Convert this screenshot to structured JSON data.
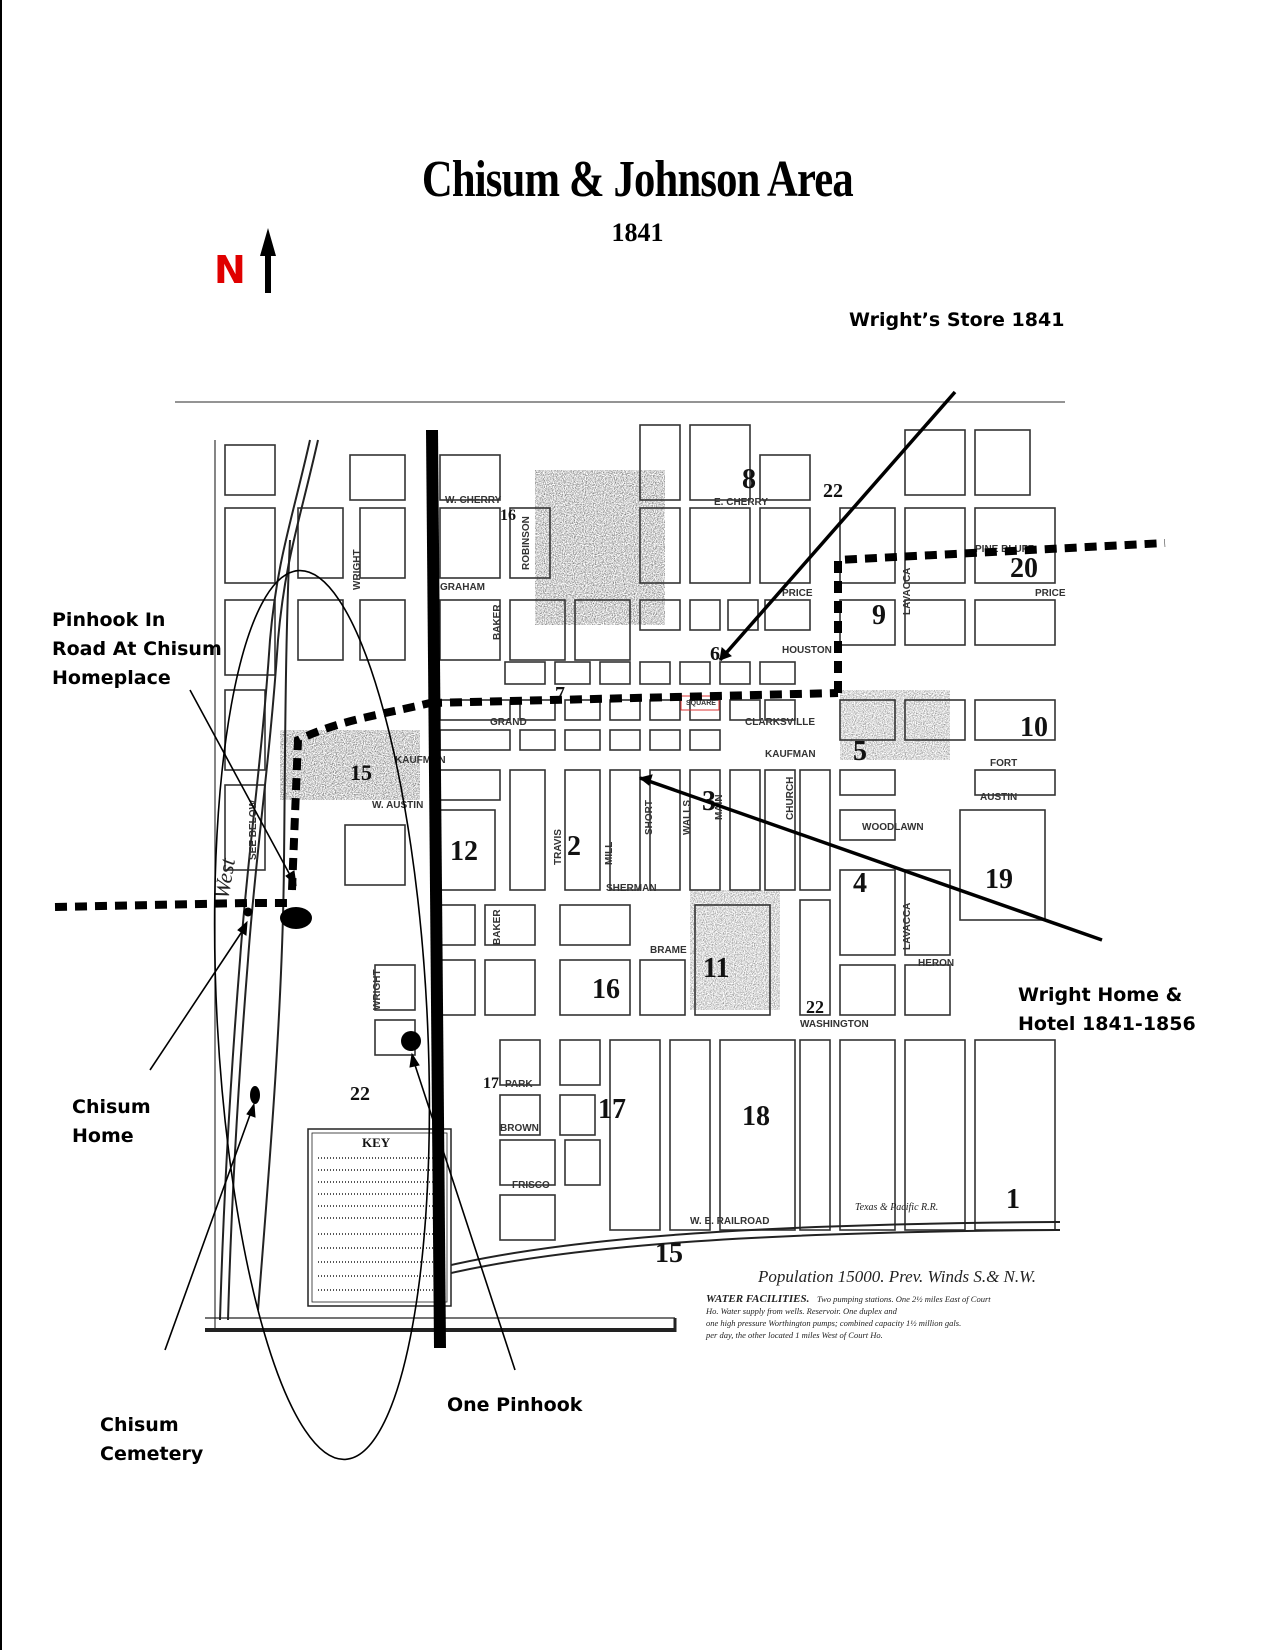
{
  "title": "Chisum & Johnson Area",
  "year": "1841",
  "north_label": "N",
  "callouts": {
    "wrights_store": "Wright’s Store 1841",
    "pinhook_road_1": "Pinhook In",
    "pinhook_road_2": "Road At Chisum",
    "pinhook_road_3": "Homeplace",
    "chisum_home_1": "Chisum",
    "chisum_home_2": "Home",
    "wright_home_1": "Wright Home &",
    "wright_home_2": "Hotel 1841-1856",
    "one_pinhook": "One Pinhook",
    "chisum_cemetery_1": "Chisum",
    "chisum_cemetery_2": "Cemetery"
  },
  "base_map": {
    "streets": {
      "w_cherry": "W. CHERRY",
      "e_cherry": "E. CHERRY",
      "graham": "GRAHAM",
      "price": "PRICE",
      "houston": "HOUSTON",
      "pine_bluff": "PINE BLUFF",
      "grand": "GRAND",
      "kaufman": "KAUFMAN",
      "w_austin": "W. AUSTIN",
      "clarksville": "CLARKSVILLE",
      "fort": "FORT",
      "austin": "AUSTIN",
      "woodlawn": "WOODLAWN",
      "sherman": "SHERMAN",
      "brame": "BRAME",
      "heron": "HERON",
      "washington": "WASHINGTON",
      "park": "PARK",
      "brown": "BROWN",
      "frisco": "FRISCO",
      "railroad": "W. E. RAILROAD",
      "travis": "TRAVIS",
      "mill": "MILL",
      "short": "SHORT",
      "walls": "WALLS",
      "main": "MAIN",
      "church": "CHURCH",
      "lavacca": "LAVACCA",
      "baker": "BAKER",
      "robinson": "ROBINSON",
      "wright": "WRIGHT",
      "west": "West",
      "see_below": "SEE BELOW",
      "square": "SQUARE",
      "texas_pacific": "Texas & Pacific R.R."
    },
    "section_numbers": [
      "8",
      "22",
      "16",
      "20",
      "9",
      "6",
      "7",
      "10",
      "5",
      "3",
      "15",
      "12",
      "2",
      "4",
      "19",
      "11",
      "16",
      "22",
      "17",
      "17",
      "18",
      "22",
      "15",
      "1"
    ],
    "key_title": "KEY",
    "population_note": "Population 15000. Prev. Winds S.& N.W.",
    "water_title": "WATER FACILITIES.",
    "water_text_1": "Two pumping stations. One 2½ miles East of Court",
    "water_text_2": "Ho. Water supply from wells. Reservoir. One duplex and",
    "water_text_3": "one high pressure Worthington pumps; combined capacity 1½ million gals.",
    "water_text_4": "per day, the other located 1 miles West of Court Ho."
  }
}
